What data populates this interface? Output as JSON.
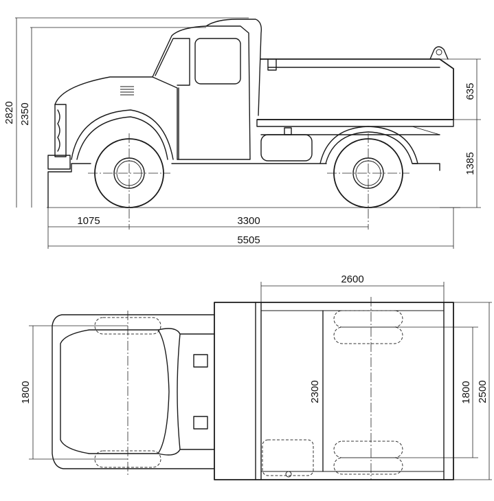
{
  "side_view": {
    "dimensions": {
      "overall_height": "2820",
      "height_to_cab": "2350",
      "front_overhang": "1075",
      "wheelbase": "3300",
      "overall_length": "5505",
      "body_side_height": "635",
      "frame_height": "1385"
    }
  },
  "top_view": {
    "dimensions": {
      "body_length": "2600",
      "front_track": "1800",
      "body_inner_width": "2300",
      "rear_track": "1800",
      "overall_width": "2500"
    }
  }
}
